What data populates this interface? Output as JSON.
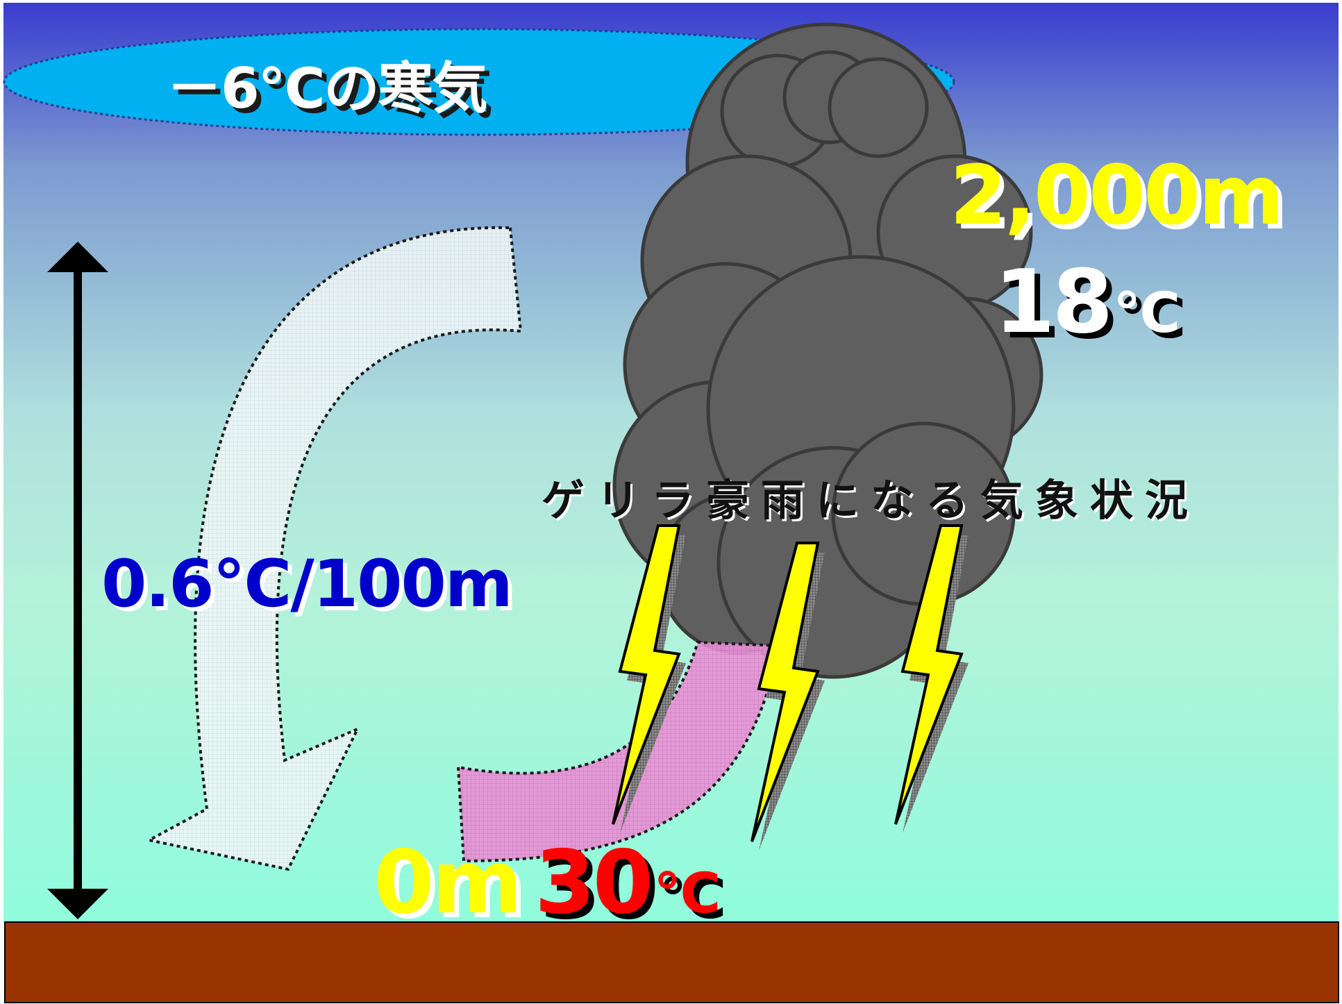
{
  "diagram": {
    "cold_air_label": "－6℃の寒気",
    "top_altitude": "2,000m",
    "top_temperature": {
      "value": "18",
      "unit": "℃"
    },
    "title": "ゲリラ豪雨になる気象状況",
    "lapse_rate": "0.6℃/100m",
    "ground_altitude": "0m",
    "ground_temperature": {
      "value": "30",
      "unit": "℃"
    }
  },
  "colors": {
    "sky_top": "#3a3ccf",
    "sky_mid": "#b6ecd9",
    "sky_bottom": "#90fcdc",
    "cold_air": "#00b0f0",
    "cloud": "#606060",
    "ground": "#993300",
    "lightning": "#ffff00",
    "cool_flow_arrow": "#e8f4f4",
    "warm_flow_arrow": "#e58fd0"
  }
}
